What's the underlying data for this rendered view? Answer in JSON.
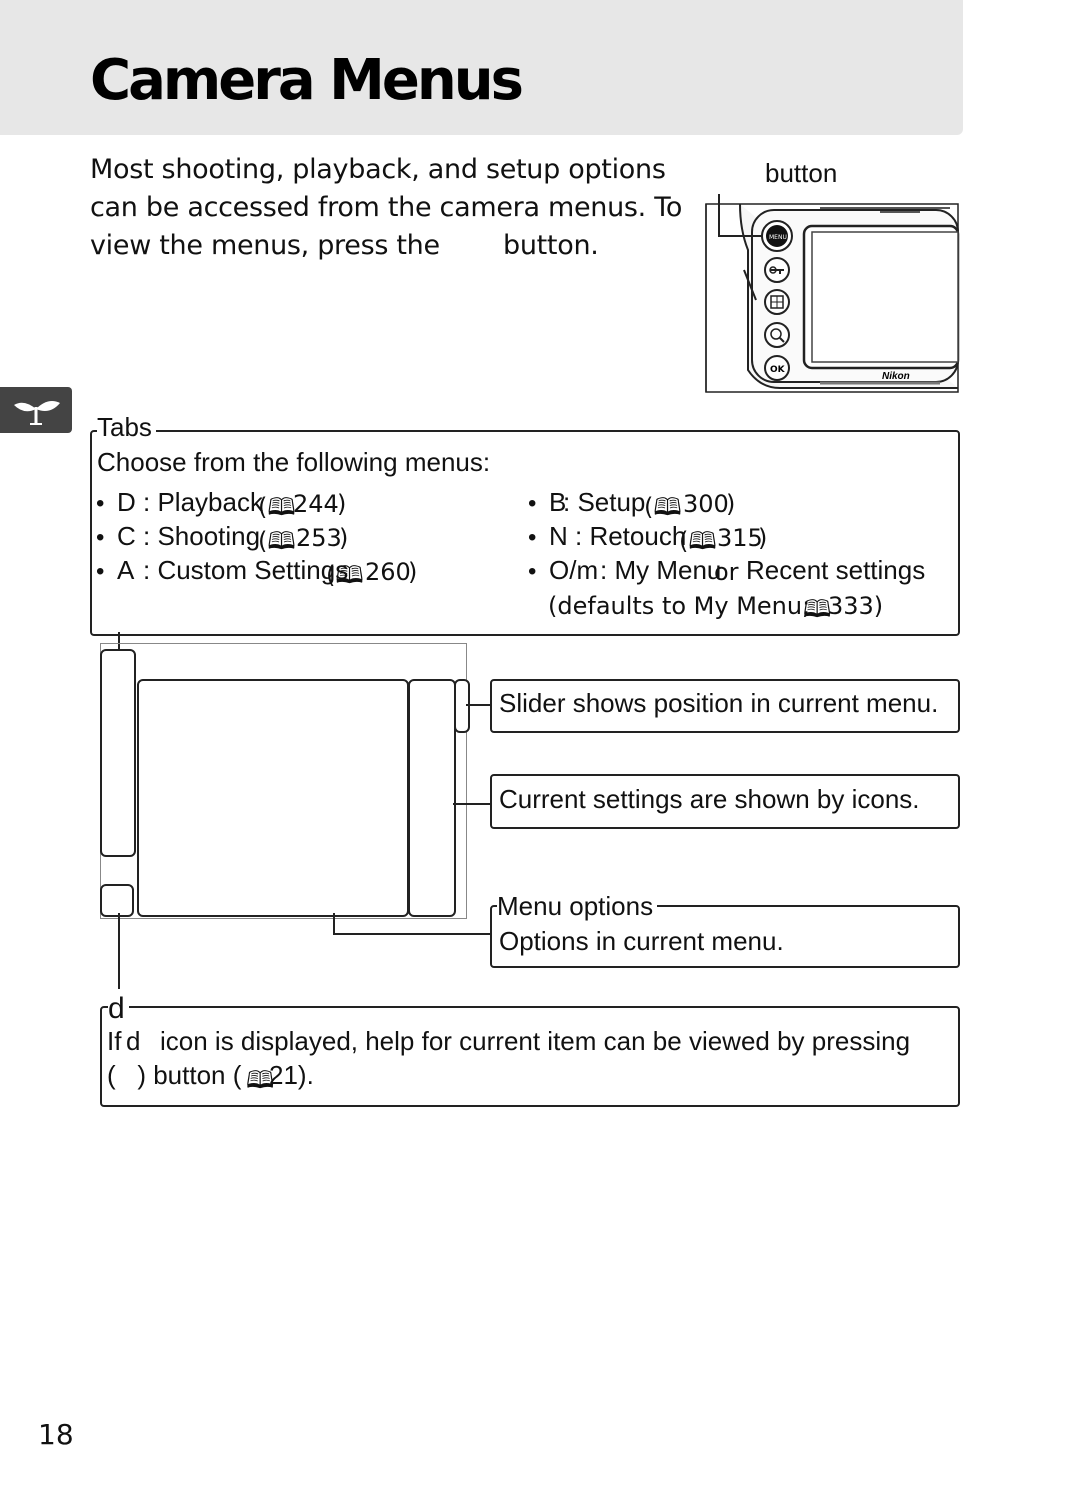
{
  "header": {
    "title": "Camera Menus"
  },
  "intro": {
    "line1": "Most shooting, playback, and setup options",
    "line2": "can be accessed from the camera menus.  To",
    "line3": "view the menus, press the",
    "line3_end": "button."
  },
  "camera": {
    "button_caption": "button",
    "brand": "Nikon",
    "menu_button": "MENU",
    "ok_button": "OK"
  },
  "tabs_box": {
    "label": "Tabs",
    "heading": "Choose from the following menus:",
    "bullet": "•",
    "left": [
      {
        "glyph": "D",
        "name": ": Playback",
        "ref": "244"
      },
      {
        "glyph": "C",
        "name": ": Shooting",
        "ref": "253"
      },
      {
        "glyph": "A",
        "name": ": Custom Settings",
        "ref": "260"
      }
    ],
    "right": [
      {
        "glyph": "B",
        "name": ": Setup",
        "ref": "300"
      },
      {
        "glyph": "N",
        "name": ": Retouch",
        "ref": "315"
      },
      {
        "glyph": "O/m",
        "name": ": My Menu",
        "or": "or",
        "name2": "Recent settings"
      }
    ],
    "defaults_note": "(defaults to My Menu;",
    "defaults_ref": "333)"
  },
  "callouts": {
    "slider": "Slider shows position in current menu.",
    "icons": "Current settings are shown by icons.",
    "menu_options_label": "Menu options",
    "menu_options_text": "Options in current menu."
  },
  "help_box": {
    "label": "d",
    "line1_prefix": "If",
    "line1_glyph": "d",
    "line1_rest": "icon is displayed, help for current item can be viewed by pressing",
    "line2": "(   ) button (",
    "line2_ref": "21)."
  },
  "page_number": "18"
}
